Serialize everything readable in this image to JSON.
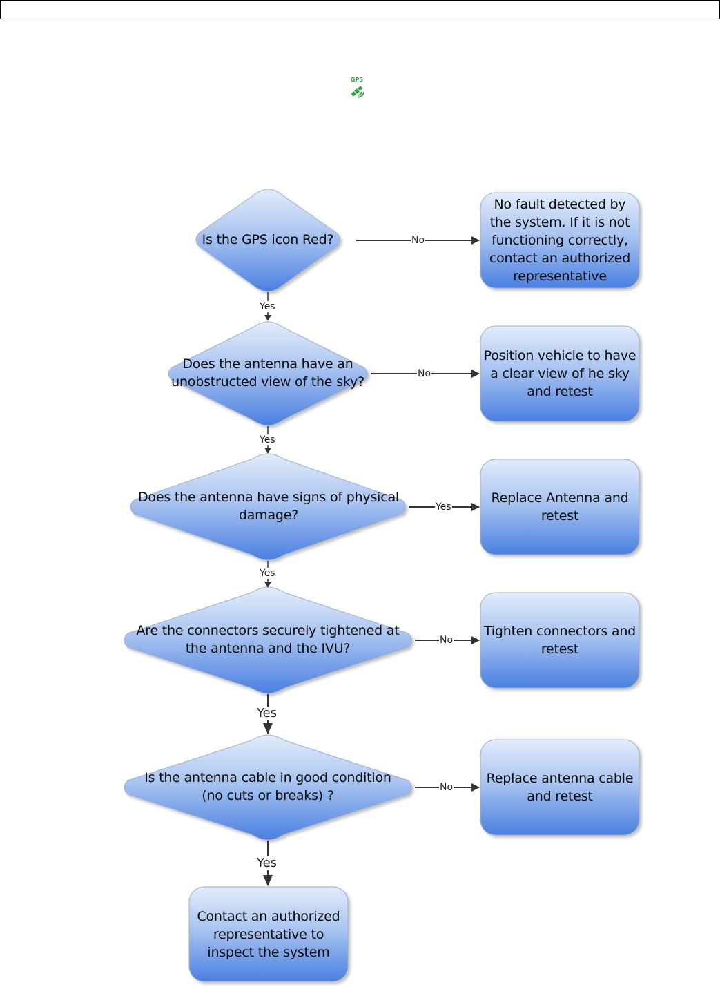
{
  "header": {
    "bar": ""
  },
  "gps_icon": {
    "label": "GPS",
    "icon": "gps-satellite-icon",
    "color": "#2e9e3e"
  },
  "colors": {
    "node_top": "#d9e7fb",
    "node_bottom": "#4a80e0",
    "stroke": "#aab6c8",
    "arrow": "#333333"
  },
  "decisions": [
    {
      "id": "q1",
      "text": "Is the GPS icon Red?"
    },
    {
      "id": "q2",
      "text": "Does the antenna have an unobstructed view of the sky?"
    },
    {
      "id": "q3",
      "text": "Does the antenna have signs of physical damage?"
    },
    {
      "id": "q4",
      "text": "Are the connectors securely tightened at the antenna and the IVU?"
    },
    {
      "id": "q5",
      "text": "Is the antenna cable in good condition (no cuts or breaks) ?"
    }
  ],
  "actions": [
    {
      "id": "a1",
      "text": "No fault detected by the system. If it is not functioning correctly, contact an authorized representative"
    },
    {
      "id": "a2",
      "text": "Position vehicle to have a clear view of he sky and retest"
    },
    {
      "id": "a3",
      "text": "Replace Antenna and retest"
    },
    {
      "id": "a4",
      "text": "Tighten connectors and retest"
    },
    {
      "id": "a5",
      "text": "Replace antenna cable and retest"
    },
    {
      "id": "a6",
      "text": "Contact an authorized representative to inspect the system"
    }
  ],
  "edges": [
    {
      "from": "q1",
      "to": "a1",
      "label": "No"
    },
    {
      "from": "q1",
      "to": "q2",
      "label": "Yes"
    },
    {
      "from": "q2",
      "to": "a2",
      "label": "No"
    },
    {
      "from": "q2",
      "to": "q3",
      "label": "Yes"
    },
    {
      "from": "q3",
      "to": "a3",
      "label": "Yes"
    },
    {
      "from": "q3",
      "to": "q4",
      "label": "Yes"
    },
    {
      "from": "q4",
      "to": "a4",
      "label": "No"
    },
    {
      "from": "q4",
      "to": "q5",
      "label": "Yes"
    },
    {
      "from": "q5",
      "to": "a5",
      "label": "No"
    },
    {
      "from": "q5",
      "to": "a6",
      "label": "Yes"
    }
  ]
}
